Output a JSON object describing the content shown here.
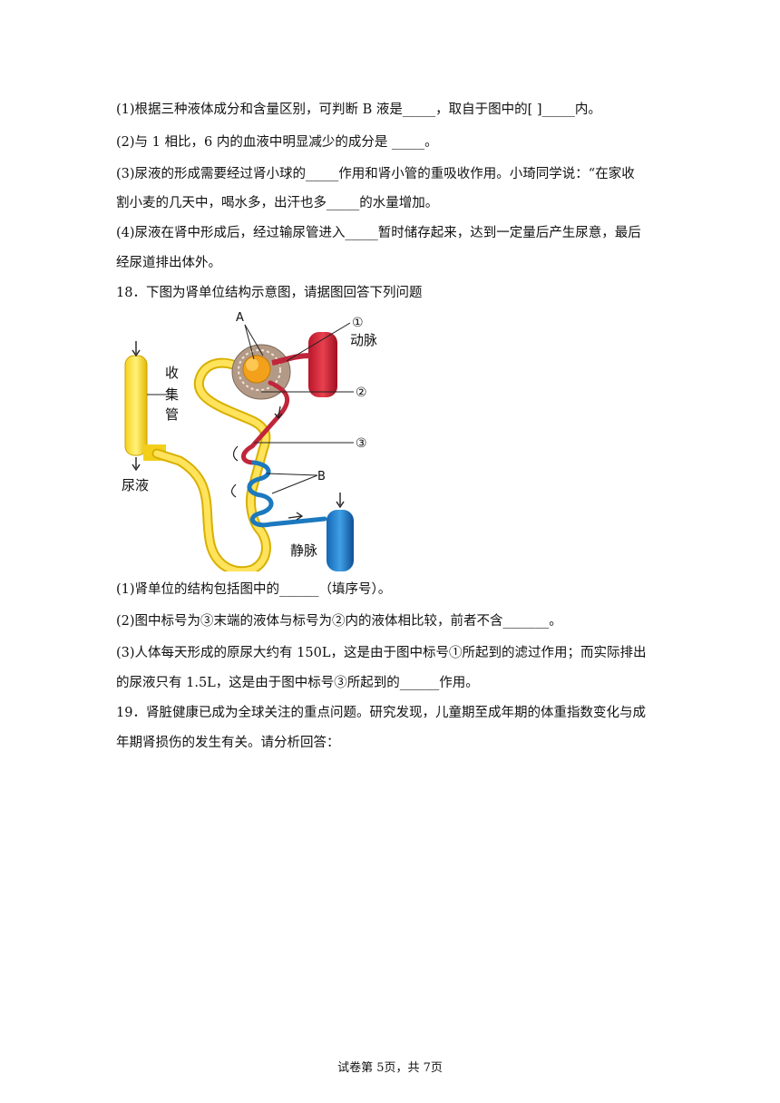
{
  "lines": [
    "(1)根据三种液体成分和含量区别，可判断 B 液是_____，取自于图中的[  ]_____内。",
    "(2)与 1 相比，6 内的血液中明显减少的成分是  _____。",
    "(3)尿液的形成需要经过肾小球的_____作用和肾小管的重吸收作用。小琦同学说：“在家收",
    "割小麦的几天中，喝水多，出汗也多_____的水量增加。",
    "(4)尿液在肾中形成后，经过输尿管进入_____暂时储存起来，达到一定量后产生尿意，最后",
    "经尿道排出体外。",
    "18．下图为肾单位结构示意图，请据图回答下列问题",
    "(1)肾单位的结构包括图中的______（填序号）。",
    "(2)图中标号为③末端的液体与标号为②内的液体相比较，前者不含_______。",
    "(3)人体每天形成的原尿大约有 150L，这是由于图中标号①所起到的滤过作用；而实际排出",
    "的尿液只有 1.5L，这是由于图中标号③所起到的______作用。",
    "19．肾脏健康已成为全球关注的重点问题。研究发现，儿童期至成年期的体重指数变化与成",
    "年期肾损伤的发生有关。请分析回答："
  ],
  "figure": {
    "label_a": "A",
    "label_1": "①",
    "label_artery": "动脉",
    "label_2": "②",
    "label_3": "③",
    "label_b": "B",
    "label_vein": "静脉",
    "label_duct_1": "收",
    "label_duct_2": "集",
    "label_duct_3": "管",
    "label_urine": "尿液"
  },
  "footer": "试卷第 5页，共 7页"
}
